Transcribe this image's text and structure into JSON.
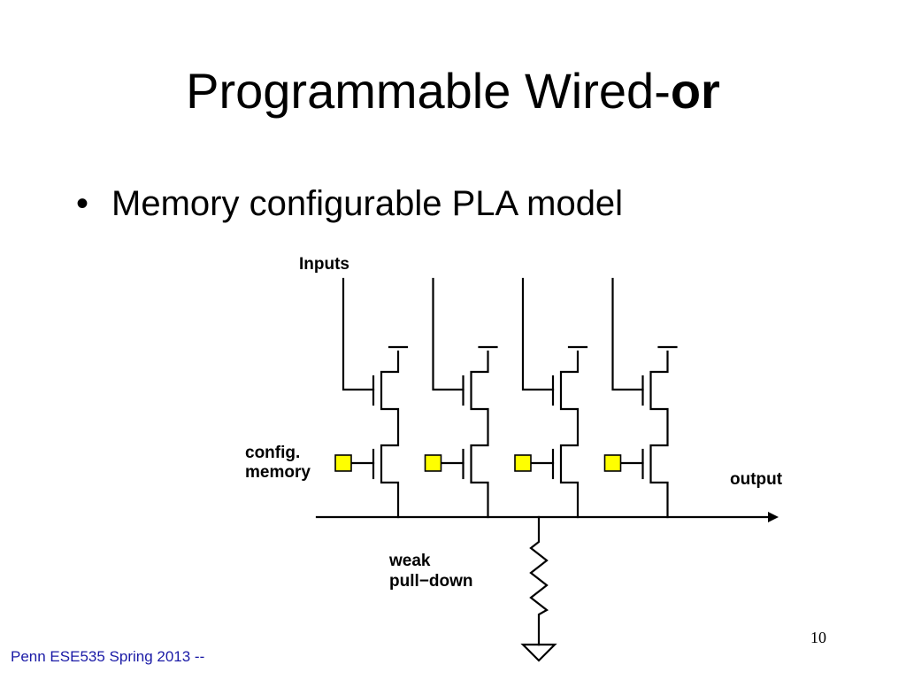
{
  "slide": {
    "title_main": "Programmable Wired-",
    "title_bold": "or",
    "bullets": [
      "Memory configurable PLA model"
    ],
    "footer": "Penn ESE535 Spring 2013 -- ",
    "page_number": "10"
  },
  "diagram": {
    "labels": {
      "inputs": "Inputs",
      "config_line1": "config.",
      "config_line2": "memory",
      "output": "output",
      "weak_line1": "weak",
      "weak_line2": "pull−down"
    },
    "colors": {
      "config_memory_fill": "#ffff00",
      "wire": "#000000",
      "footer_text": "#1a1aa6"
    },
    "columns": 4
  }
}
